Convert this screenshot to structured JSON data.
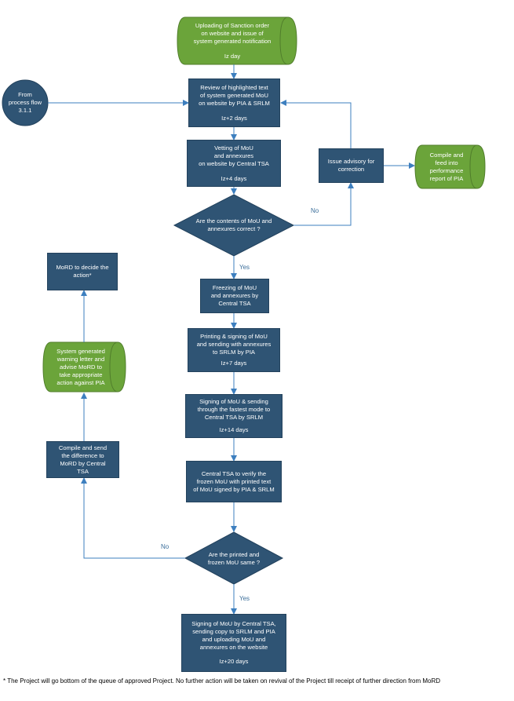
{
  "colors": {
    "box_fill": "#2f5474",
    "terminal_fill": "#6ba43a",
    "line": "#3d7fbf",
    "label": "#3b6e9a"
  },
  "nodes": {
    "start": {
      "text": "Uploading of Sanction order\non website and issue of\nsystem generated notification",
      "day": "Iz day"
    },
    "from_process": {
      "text": "From\nprocess flow\n3.1.1"
    },
    "review": {
      "text": "Review of highlighted text\nof system generated MoU\non website by PIA & SRLM",
      "day": "Iz+2 days"
    },
    "vetting": {
      "text": "Vetting of MoU\nand annexures\non website by Central TSA",
      "day": "Iz+4 days"
    },
    "issue_advisory": {
      "text": "Issue advisory for\ncorrection"
    },
    "compile_feed": {
      "text": "Compile and\nfeed into\nperformance\nreport of PIA"
    },
    "decision1": {
      "text": "Are the contents of MoU and\nannexures correct ?"
    },
    "freezing": {
      "text": "Freezing of MoU\nand annexures by\nCentral TSA"
    },
    "printing": {
      "text": "Printing & signing of MoU\nand sending with annexures\nto SRLM by PIA",
      "day": "Iz+7 days"
    },
    "signing_srlm": {
      "text": "Signing of MoU & sending\nthrough the fastest mode to\nCentral TSA by SRLM",
      "day": "Iz+14 days"
    },
    "verify": {
      "text": "Central TSA to verify the\nfrozen MoU with printed text\nof MoU signed by PIA & SRLM"
    },
    "decision2": {
      "text": "Are the printed and\nfrozen MoU same ?"
    },
    "final": {
      "text": "Signing of MoU by Central TSA,\nsending copy to SRLM and PIA\nand uploading MoU and\nannexures on the website",
      "day": "Iz+20 days"
    },
    "compile_send": {
      "text": "Compile and send\nthe difference to\nMoRD by Central\nTSA"
    },
    "warning": {
      "text": "System generated\nwarning letter and\nadvise MoRD to\ntake appropriate\naction against PIA"
    },
    "mord_decide": {
      "text": "MoRD to decide the\naction*"
    }
  },
  "labels": {
    "yes": "Yes",
    "no": "No"
  },
  "footnote": "* The Project will go bottom of the queue of approved Project. No further action will be taken on revival of the Project till receipt of further direction from MoRD"
}
